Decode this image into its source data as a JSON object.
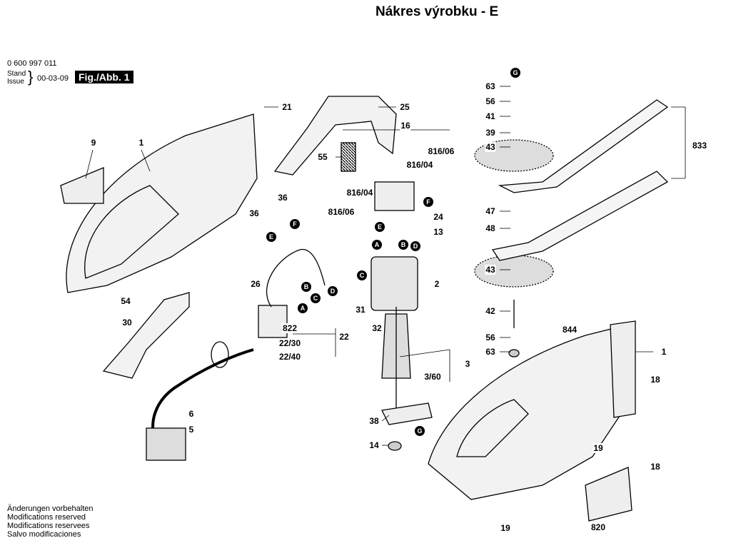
{
  "title": "Nákres výrobku - E",
  "header": {
    "part_number": "0 600 997 011",
    "stand_label": "Stand",
    "issue_label": "Issue",
    "date": "00-03-09",
    "figure": "Fig./Abb. 1"
  },
  "notes": [
    "Änderungen vorbehalten",
    "Modifications reserved",
    "Modifications reservees",
    "Salvo modificaciones"
  ],
  "callouts": [
    "21",
    "25",
    "16",
    "9",
    "1",
    "55",
    "816/06",
    "816/04",
    "36",
    "816/04",
    "36",
    "816/06",
    "24",
    "13",
    "26",
    "2",
    "54",
    "31",
    "30",
    "822",
    "22/30",
    "22",
    "32",
    "22/40",
    "3",
    "3/60",
    "6",
    "5",
    "38",
    "14",
    "63",
    "56",
    "41",
    "39",
    "43",
    "833",
    "47",
    "48",
    "43",
    "42",
    "844",
    "56",
    "63",
    "1",
    "18",
    "19",
    "18",
    "820",
    "19"
  ],
  "connector_markers": [
    "G",
    "G",
    "E",
    "E",
    "F",
    "F",
    "A",
    "B",
    "D",
    "C",
    "B",
    "D",
    "C",
    "A"
  ]
}
